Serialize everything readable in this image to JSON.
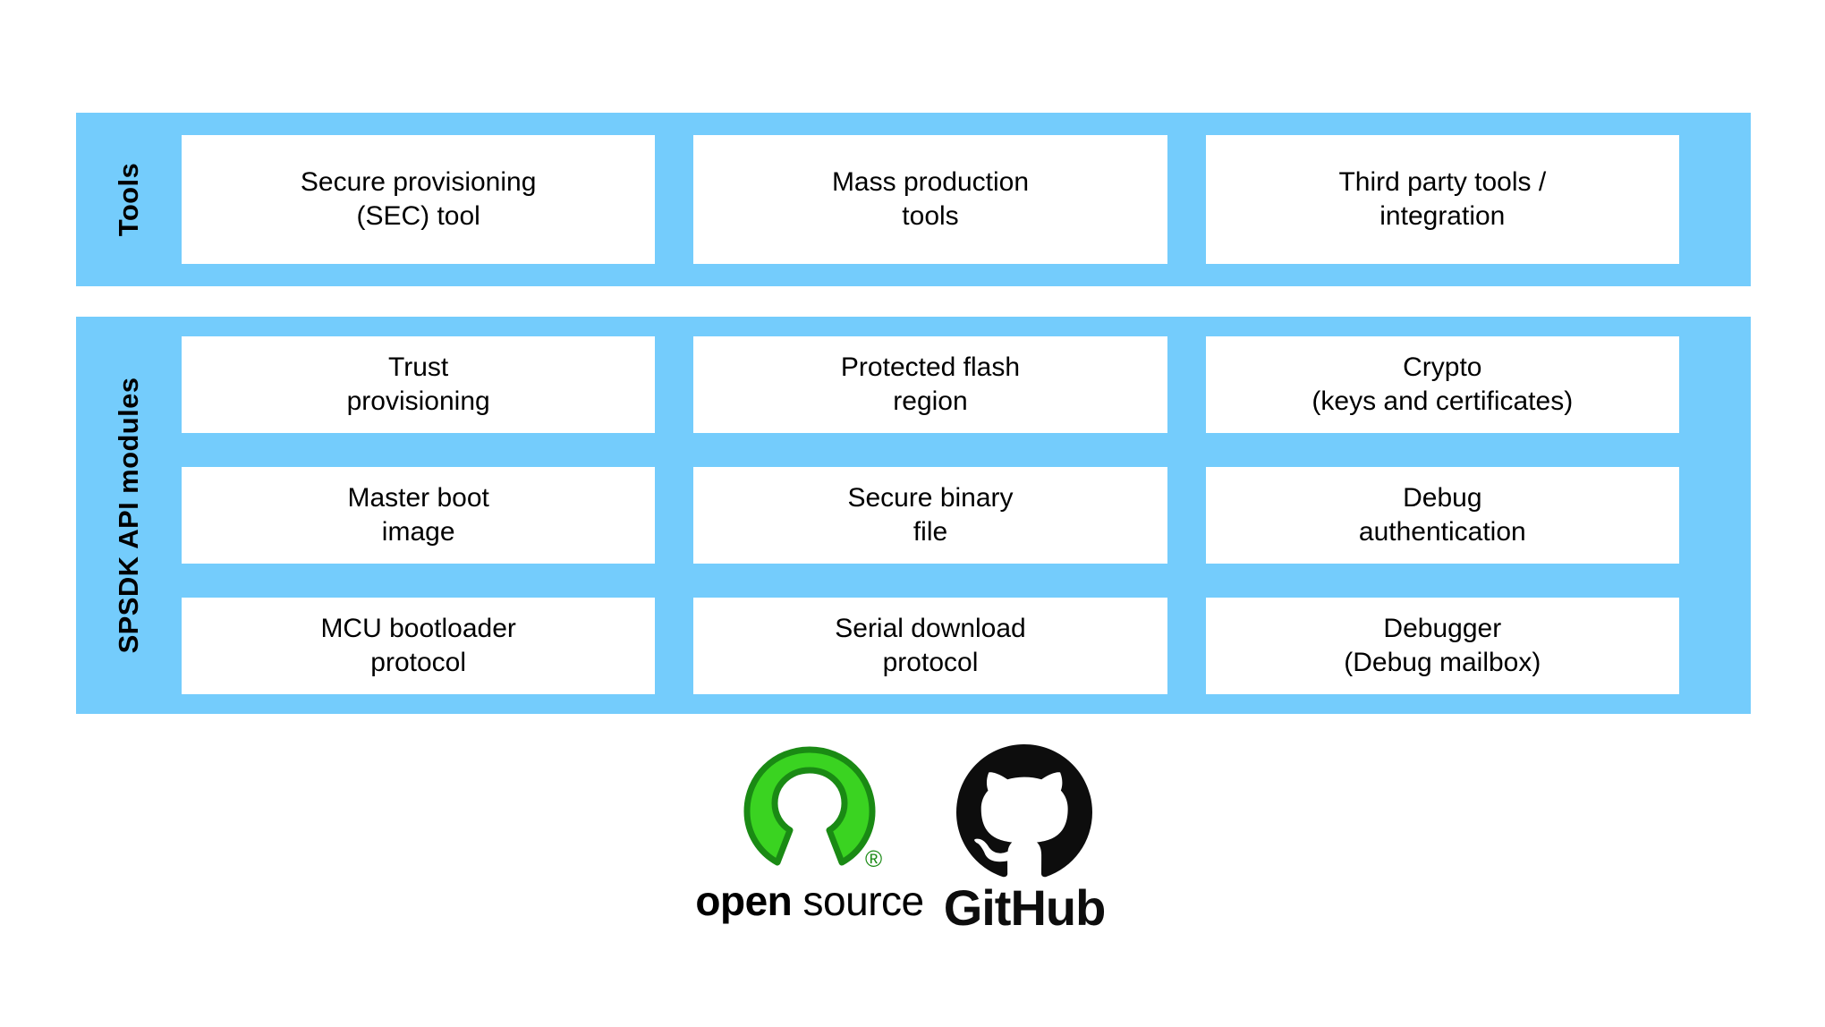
{
  "colors": {
    "band_blue": "#74ccfc",
    "card_white": "#ffffff",
    "text_black": "#000000",
    "osi_green": "#3ad321",
    "osi_green_dark": "#1a8a14",
    "github_black": "#0d0d0d",
    "background": "#ffffff"
  },
  "bands": [
    {
      "label": "Tools",
      "rows": [
        [
          {
            "line1": "Secure provisioning",
            "line2": "(SEC) tool"
          },
          {
            "line1": "Mass production",
            "line2": "tools"
          },
          {
            "line1": "Third party tools /",
            "line2": "integration"
          }
        ]
      ]
    },
    {
      "label": "SPSDK API modules",
      "rows": [
        [
          {
            "line1": "Trust",
            "line2": "provisioning"
          },
          {
            "line1": "Protected flash",
            "line2": "region"
          },
          {
            "line1": "Crypto",
            "line2": "(keys and certificates)"
          }
        ],
        [
          {
            "line1": "Master boot",
            "line2": "image"
          },
          {
            "line1": "Secure binary",
            "line2": "file"
          },
          {
            "line1": "Debug",
            "line2": "authentication"
          }
        ],
        [
          {
            "line1": "MCU bootloader",
            "line2": "protocol"
          },
          {
            "line1": "Serial download",
            "line2": "protocol"
          },
          {
            "line1": "Debugger",
            "line2": "(Debug mailbox)"
          }
        ]
      ]
    }
  ],
  "logos": {
    "open_source": {
      "word_bold": "open",
      "word_light": "source",
      "registered_mark": "®"
    },
    "github": {
      "wordmark": "GitHub"
    }
  }
}
